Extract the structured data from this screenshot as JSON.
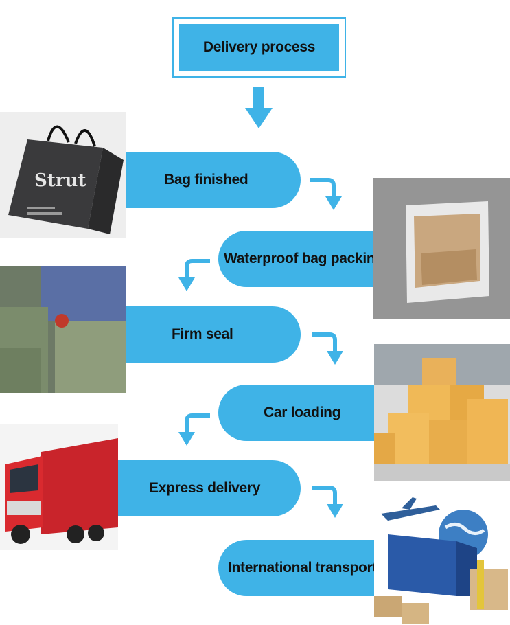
{
  "title": "Delivery process",
  "steps": [
    {
      "label": "Bag finished"
    },
    {
      "label": "Waterproof bag packing"
    },
    {
      "label": "Firm seal"
    },
    {
      "label": "Car loading"
    },
    {
      "label": "Express delivery"
    },
    {
      "label": "International transport"
    }
  ],
  "photos": {
    "bag_logo": "Strut"
  },
  "colors": {
    "accent": "#3fb3e7",
    "text": "#111111"
  }
}
